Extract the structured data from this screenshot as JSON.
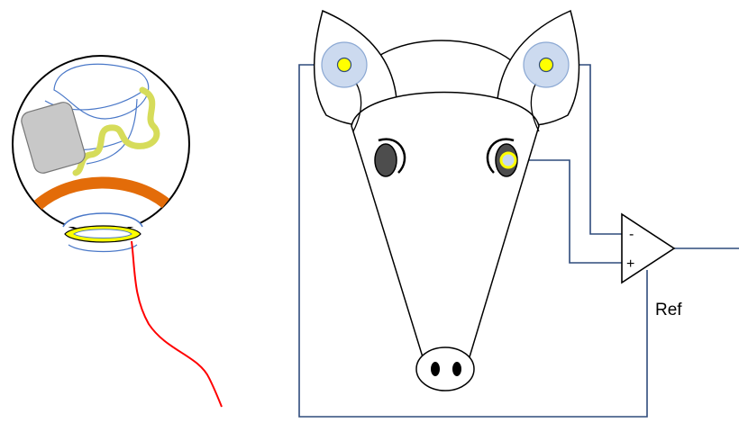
{
  "amplifier": {
    "minus_label": "-",
    "plus_label": "+",
    "ref_label": "Ref"
  },
  "colors": {
    "wire": "#2f4b7c",
    "electrode_fill": "#ffff00",
    "electrode_halo": "#c7d7ee",
    "eye_band": "#e36c09",
    "lead_wire": "#ff0000",
    "contact_lens": "#ffff00",
    "squiggle": "#d6dc5a",
    "pad": "#c8c8c8",
    "eye_dark": "#4d4d4d"
  },
  "icons": [
    "eyeball-diagram",
    "animal-head",
    "differential-amplifier"
  ]
}
